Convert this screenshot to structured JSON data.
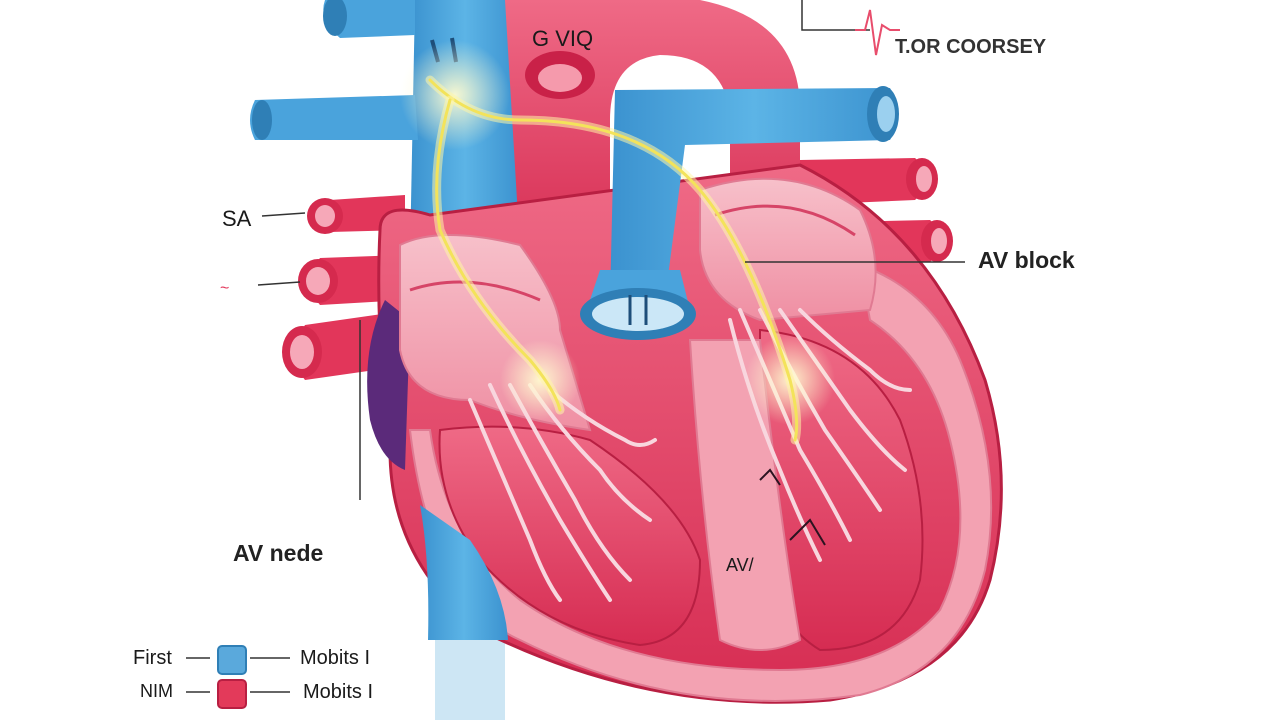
{
  "labels": {
    "top_center": "G VIQ",
    "top_right": "T.OR COORSEY",
    "sa": "SA",
    "av_block": "AV block",
    "av_node": "AV nede",
    "av_small": "AV/",
    "red_mark": "~"
  },
  "legend": [
    {
      "left_label": "First",
      "right_label": "Mobits I",
      "color": "#5aa9dc"
    },
    {
      "left_label": "NIM",
      "right_label": "Mobits I",
      "color": "#e33a5a"
    }
  ],
  "colors": {
    "vein_blue": "#4aa3dc",
    "vein_blue_dark": "#2f7fb6",
    "artery_red": "#e2365a",
    "muscle_red": "#e84d6c",
    "chamber_pink": "#f4a8b6",
    "signal_yellow": "#f6ef8a"
  }
}
